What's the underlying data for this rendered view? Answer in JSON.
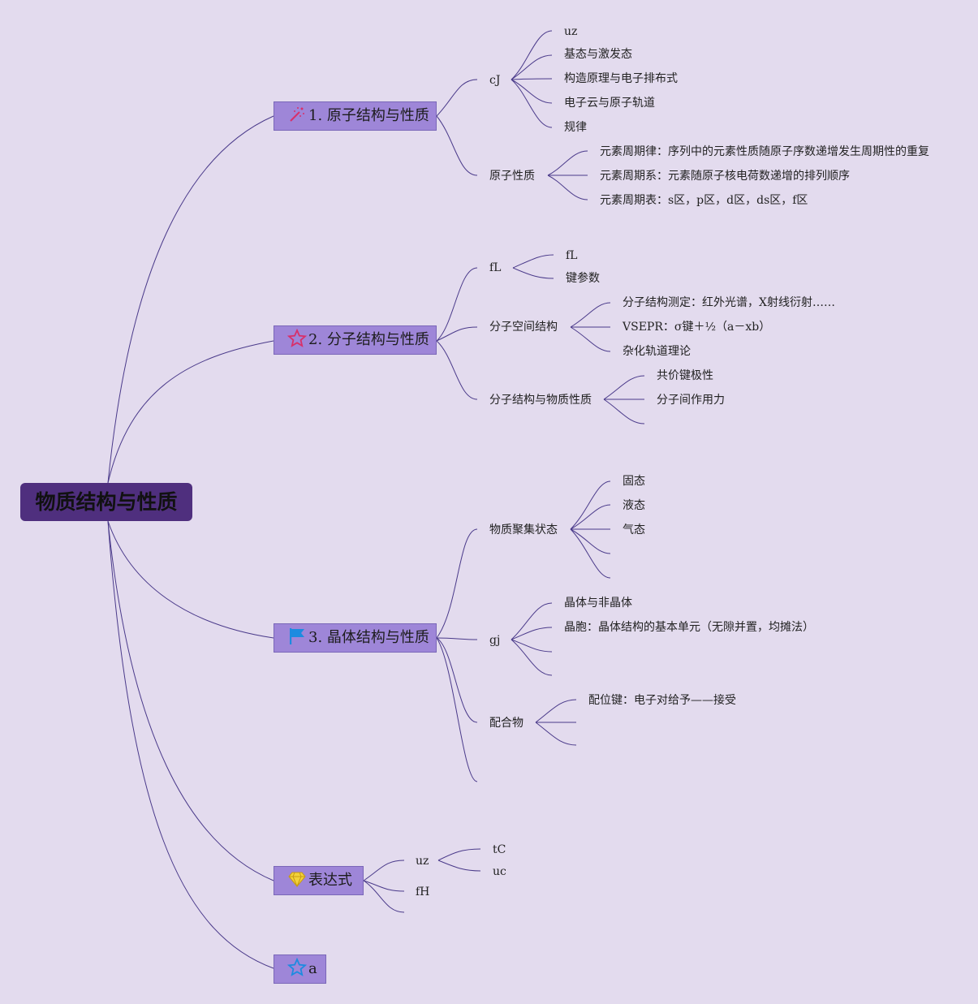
{
  "root": {
    "label": "物质结构与性质"
  },
  "branches": [
    {
      "label": "1. 原子结构与性质",
      "icon": "wand-sparkle-icon",
      "sub1": {
        "label": "cJ",
        "items": [
          "uz",
          "基态与激发态",
          "构造原理与电子排布式",
          "电子云与原子轨道",
          "规律"
        ]
      },
      "sub2": {
        "label": "原子性质",
        "items": [
          "元素周期律：序列中的元素性质随原子序数递增发生周期性的重复",
          "元素周期系：元素随原子核电荷数递增的排列顺序",
          "元素周期表：s区，p区，d区，ds区，f区"
        ]
      }
    },
    {
      "label": "2. 分子结构与性质",
      "icon": "star-outline-icon",
      "sub1": {
        "label": "fL",
        "items": [
          "fL",
          "键参数"
        ]
      },
      "sub2": {
        "label": "分子空间结构",
        "items": [
          "分子结构测定：红外光谱，X射线衍射……",
          "VSEPR：σ键＋½（a－xb）",
          "杂化轨道理论"
        ]
      },
      "sub3": {
        "label": "分子结构与物质性质",
        "items": [
          "共价键极性",
          "分子间作用力"
        ]
      }
    },
    {
      "label": "3. 晶体结构与性质",
      "icon": "flag-icon",
      "sub1": {
        "label": "物质聚集状态",
        "items": [
          "固态",
          "液态",
          "气态"
        ]
      },
      "sub2": {
        "label": "gj",
        "items": [
          "晶体与非晶体",
          "晶胞：晶体结构的基本单元（无隙并置，均摊法）"
        ]
      },
      "sub3": {
        "label": "配合物",
        "items": [
          "配位键：电子对给予——接受"
        ]
      }
    },
    {
      "label": "表达式",
      "icon": "gem-icon",
      "sub1": {
        "label": "uz",
        "items": [
          "tC",
          "uc"
        ]
      },
      "sub2": {
        "label": "fH"
      }
    },
    {
      "label": "a",
      "icon": "star-outline-blue-icon"
    }
  ],
  "colors": {
    "background": "#e3dbee",
    "root": "#4f2f7e",
    "node": "#9e86d8",
    "line": "#4a3a8a"
  }
}
